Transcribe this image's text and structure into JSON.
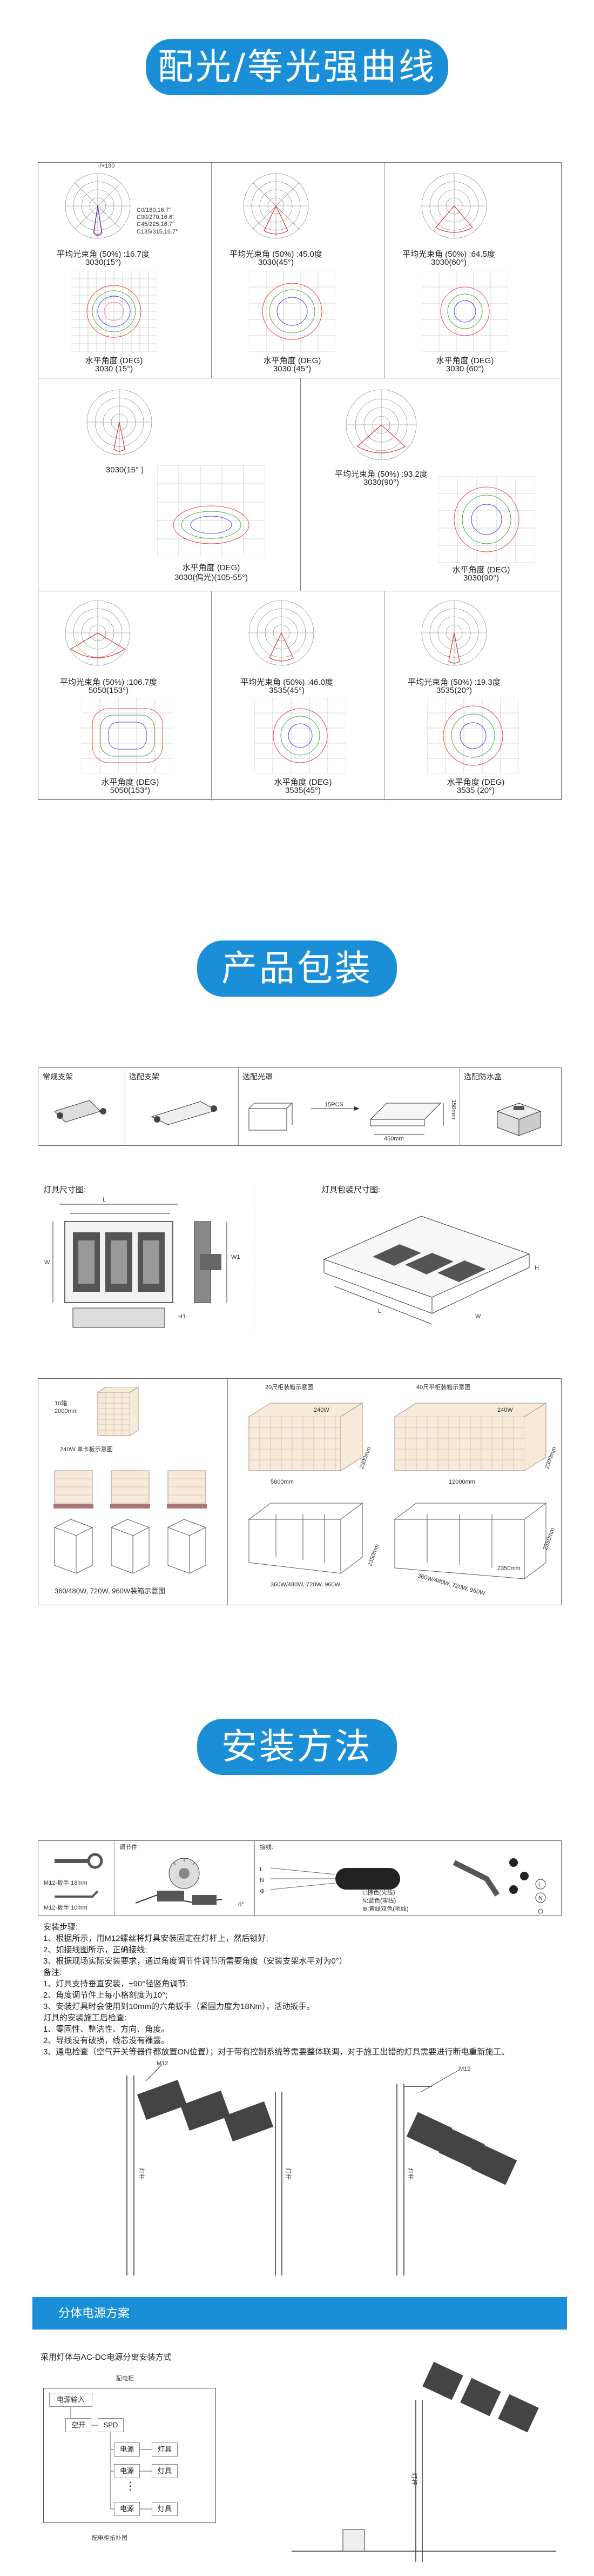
{
  "sections": {
    "photometry": "配光/等光强曲线",
    "packaging": "产品包装",
    "install": "安装方法"
  },
  "photometry": {
    "polar_rows": [
      [
        {
          "caption": "平均光束角 (50%) :16.7度",
          "sub": "3030(15°)"
        },
        {
          "caption": "平均光束角 (50%) :45.0度",
          "sub": "3030(45°)"
        },
        {
          "caption": "平均光束角 (50%) :64.5度",
          "sub": "3030(60°)"
        }
      ],
      [
        {
          "caption": "3030(15° )",
          "sub": ""
        },
        {
          "caption": "平均光束角 (50%) :93.2度",
          "sub": "3030(90°)"
        }
      ],
      [
        {
          "caption": "平均光束角 (50%) :106.7度",
          "sub": "5050(153°)"
        },
        {
          "caption": "平均光束角 (50%) :46.0度",
          "sub": "3535(45°)"
        },
        {
          "caption": "平均光束角 (50%) :19.3度",
          "sub": "3535(20°)"
        }
      ]
    ],
    "iso_captions": [
      [
        "水平角度 (DEG)",
        "3030 (15°)"
      ],
      [
        "水平角度 (DEG)",
        "3030 (45°)"
      ],
      [
        "水平角度 (DEG)",
        "3030 (60°)"
      ],
      [
        "水平角度 (DEG)",
        "3030(偏光)(105-55°)"
      ],
      [
        "水平角度 (DEG)",
        "3030(90°)"
      ],
      [
        "水平角度 (DEG)",
        "5050(153°)"
      ],
      [
        "水平角度 (DEG)",
        "3535(45°)"
      ],
      [
        "水平角度 (DEG)",
        "3535 (20°)"
      ]
    ],
    "polar_axis_top": "-/+180",
    "legend_lines": [
      "C0/180,16.7°",
      "C90/270,16.6°",
      "C45/225,16.7°",
      "C135/315,16.7°"
    ]
  },
  "packaging": {
    "headers": [
      "常规支架",
      "选配支架",
      "选配光罩",
      "选配防水盒"
    ],
    "pcs": "15PCS",
    "dim_450": "450mm",
    "dim_150": "150mm",
    "lamp_dim_title": "灯具尺寸图:",
    "pack_dim_title": "灯具包装尺寸图:",
    "dim_L": "L",
    "dim_W": "W",
    "dim_H": "H",
    "dim_W1": "W1",
    "dim_H1": "H1",
    "box10_label": "10箱",
    "box10_size": "2000mm",
    "pallet_240": "240W 单卡板示意图",
    "pallet_bottom": "360/480W, 720W, 960W装箱示意图",
    "c20_title": "20尺柜装箱示意图",
    "c40_title": "40尺平柜装箱示意图",
    "c20_w": "240W",
    "c20_len": "5800mm",
    "c20_h": "2300mm",
    "c40_w": "240W",
    "c40_len": "12000mm",
    "c40_h": "2300mm",
    "c20_bottom": "360W/480W, 720W, 960W",
    "c40_bottom": "360W/480W, 720W, 960W",
    "c40_h2": "2350mm",
    "c40_w2": "2350mm",
    "c20_h2": "2350mm"
  },
  "install": {
    "m12_18": "M12-扳手:18mm",
    "m12_10": "M12-扳手:10mm",
    "adjuster": "调节件:",
    "angle": "0°",
    "wiring": "接线:",
    "wires": [
      "L:棕色(火线)",
      "N:蓝色(零线)",
      "⊕:黄绿双色(地线)"
    ],
    "wire_L": "L",
    "wire_N": "N",
    "wire_G": "⊕",
    "steps": "安装步骤:\n1、根据所示，用M12螺丝将灯具安装固定在灯杆上，然后锁好;\n2、如接线图所示，正确接线;\n3、根据现场实际安装要求，通过角度调节件调节所需要角度（安装支架水平对为0°）\n备注:\n1、灯具支持垂直安装，±90°径竖角调节;\n2、角度调节件上每小格刻度为10°;\n3、安装灯具时会使用到10mm的六角扳手（紧固力度为18Nm），活动扳手。\n灯具的安装施工后检查:\n1、零固性、整洁性、方向、角度。\n2、导线没有破损，线芯没有裸露。\n3、通电检查（空气开关等器件都放置ON位置）；对于带有控制系统等需要整体联调，对于施工出错的灯具需要进行断电重新施工。",
    "m12": "M12",
    "pole": "灯杆",
    "band": "分体电源方案",
    "ac_dc": "采用灯体与AC-DC电源分离安装方式",
    "cabinet": "配电柜",
    "power_in": "电源输入",
    "switch": "空开",
    "spd": "SPD",
    "power": "电源",
    "lamp": "灯具",
    "dots": "⋮",
    "cabinet_caption": "配电柜拓扑图"
  },
  "colors": {
    "accent": "#1a8fd8",
    "band": "#1a8fd8"
  }
}
